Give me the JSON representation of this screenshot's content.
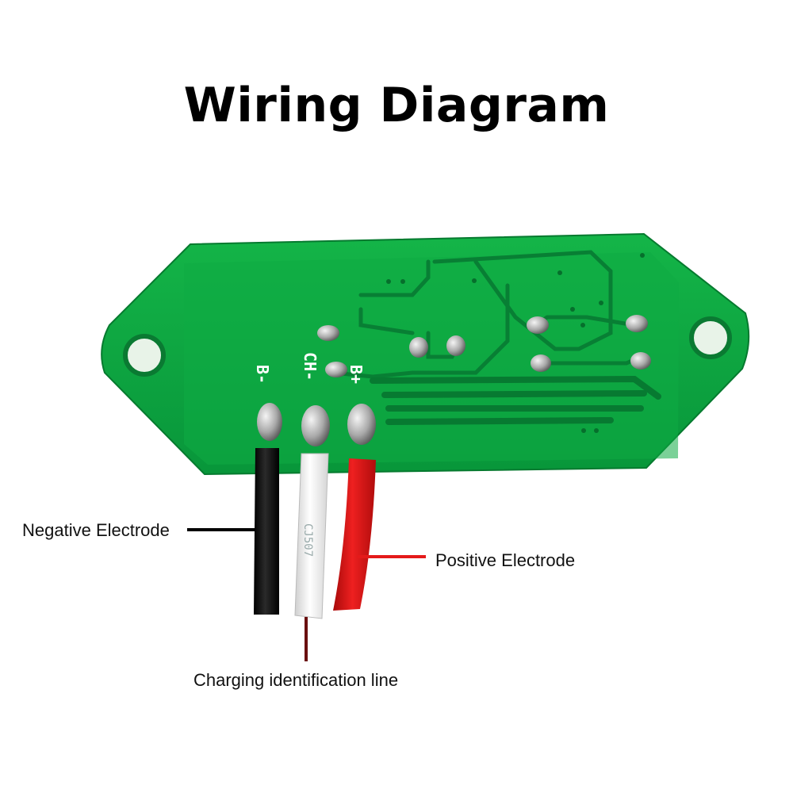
{
  "title": "Wiring Diagram",
  "pads": {
    "b_minus": "B-",
    "ch_minus": "CH-",
    "b_plus": "B+"
  },
  "wire_print": "CJ507",
  "callouts": {
    "negative": "Negative Electrode",
    "positive": "Positive Electrode",
    "charging": "Charging identification line"
  },
  "colors": {
    "board": "#0a9e3c",
    "board_dark": "#078433",
    "wire_black": "#111111",
    "wire_white": "#f2f2f2",
    "wire_red": "#d81414",
    "leader_dark": "#6a1010"
  }
}
